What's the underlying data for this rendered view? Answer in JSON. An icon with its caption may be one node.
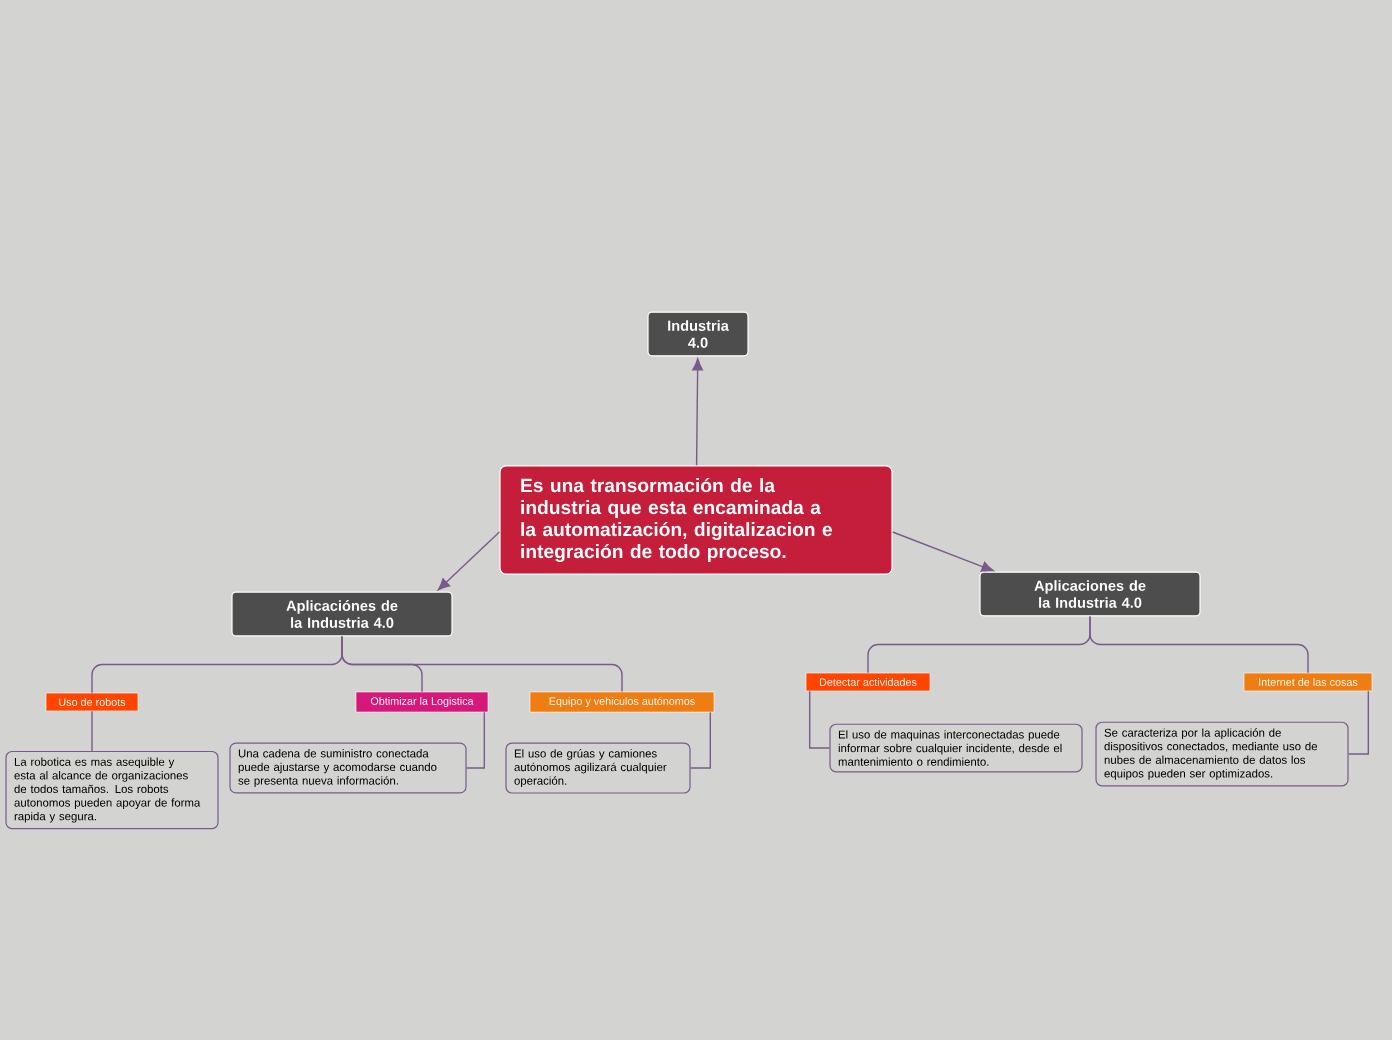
{
  "diagram": {
    "nodes": [
      {
        "text": [
          "Industria 4.0"
        ]
      },
      {
        "text": [
          "Es una transormación de la industria que esta encaminada a la automatización, digitalizacion e integración de todo proceso."
        ]
      },
      {
        "text": [
          "Aplicaciónes de la Industria 4.0"
        ]
      },
      {
        "text": [
          "Aplicaciones de la Industria 4.0"
        ]
      },
      {
        "text": [
          "Uso de robots"
        ]
      },
      {
        "text": [
          "La robotica es mas asequible y esta al alcance de organizaciones de todos tamaños. Los robots autonomos pueden apoyar de forma rapida y segura."
        ]
      },
      {
        "text": [
          "Obtimizar la Logistica"
        ]
      },
      {
        "text": [
          "Una cadena de suministro conectada puede ajustarse y acomodarse cuando se presenta nueva información."
        ]
      },
      {
        "text": [
          "Equipo y vehiculos autónomos"
        ]
      },
      {
        "text": [
          "El uso de grúas y camiones autónomos agilizará cualquier operación."
        ]
      },
      {
        "text": [
          "Detectar actividades"
        ]
      },
      {
        "text": [
          "El uso de maquinas interconectadas puede informar sobre cualquier incidente, desde el mantenimiento o rendimiento."
        ]
      },
      {
        "text": [
          "Internet de las cosas"
        ]
      },
      {
        "text": [
          "Se caracteriza por la aplicación de dispositivos conectados, mediante uso de nubes de almacenamiento de datos los equipos pueden ser optimizados."
        ]
      }
    ],
    "edges": [
      {
        "from": 1,
        "to": 0,
        "arrow": "to"
      },
      {
        "from": 1,
        "to": 2,
        "arrow": "to"
      },
      {
        "from": 1,
        "to": 3,
        "arrow": "to"
      },
      {
        "from": 2,
        "to": 4,
        "arrow": "none"
      },
      {
        "from": 2,
        "to": 6,
        "arrow": "none"
      },
      {
        "from": 2,
        "to": 8,
        "arrow": "none"
      },
      {
        "from": 4,
        "to": 5,
        "arrow": "none"
      },
      {
        "from": 6,
        "to": 7,
        "arrow": "none"
      },
      {
        "from": 8,
        "to": 9,
        "arrow": "none"
      },
      {
        "from": 3,
        "to": 10,
        "arrow": "none"
      },
      {
        "from": 3,
        "to": 12,
        "arrow": "none"
      },
      {
        "from": 10,
        "to": 11,
        "arrow": "none"
      },
      {
        "from": 12,
        "to": 13,
        "arrow": "none"
      }
    ]
  }
}
